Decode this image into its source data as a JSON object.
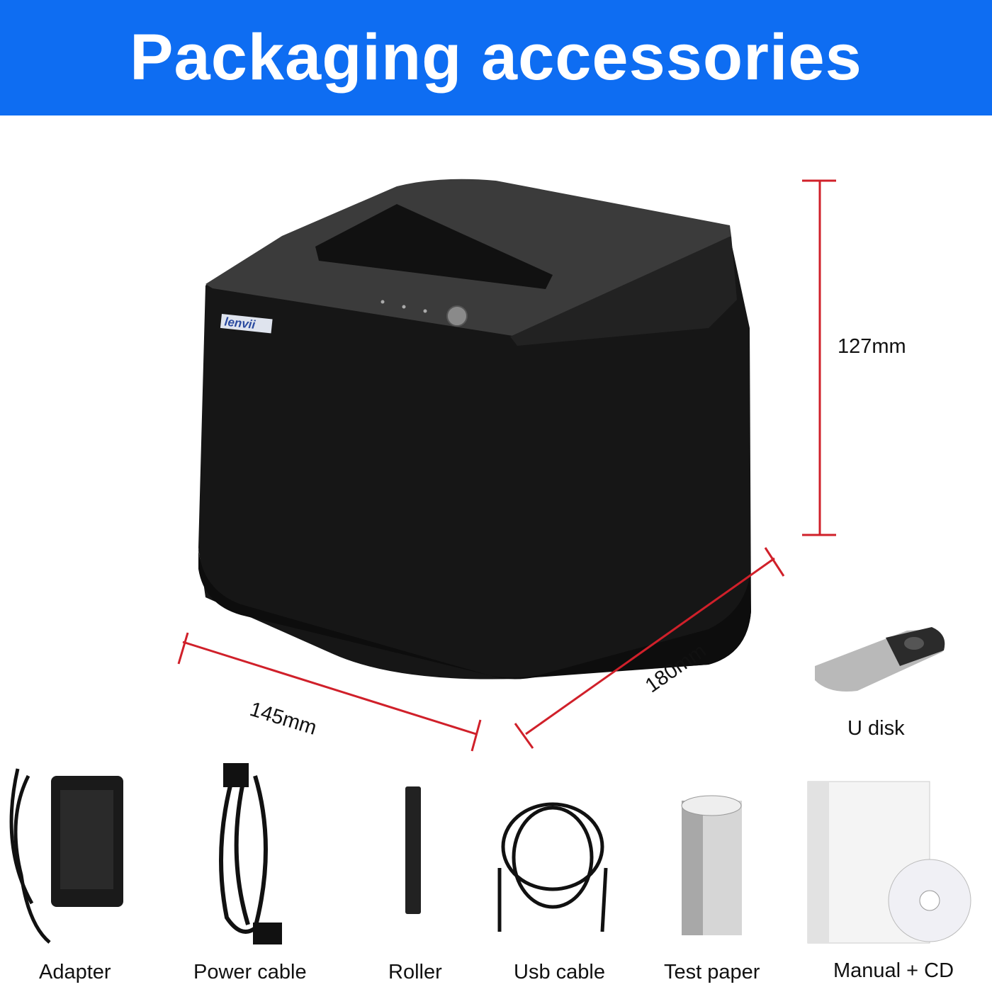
{
  "header": {
    "title": "Packaging accessories",
    "background": "#0e6df2"
  },
  "printer": {
    "brand_logo": "lenvii"
  },
  "dimensions": {
    "height": "127mm",
    "width": "145mm",
    "depth": "180mm",
    "line_color": "#d0202a"
  },
  "accessories": [
    {
      "label": "U disk"
    },
    {
      "label": "Adapter"
    },
    {
      "label": "Power cable"
    },
    {
      "label": "Roller"
    },
    {
      "label": "Usb cable"
    },
    {
      "label": "Test paper"
    },
    {
      "label": "Manual + CD"
    }
  ]
}
